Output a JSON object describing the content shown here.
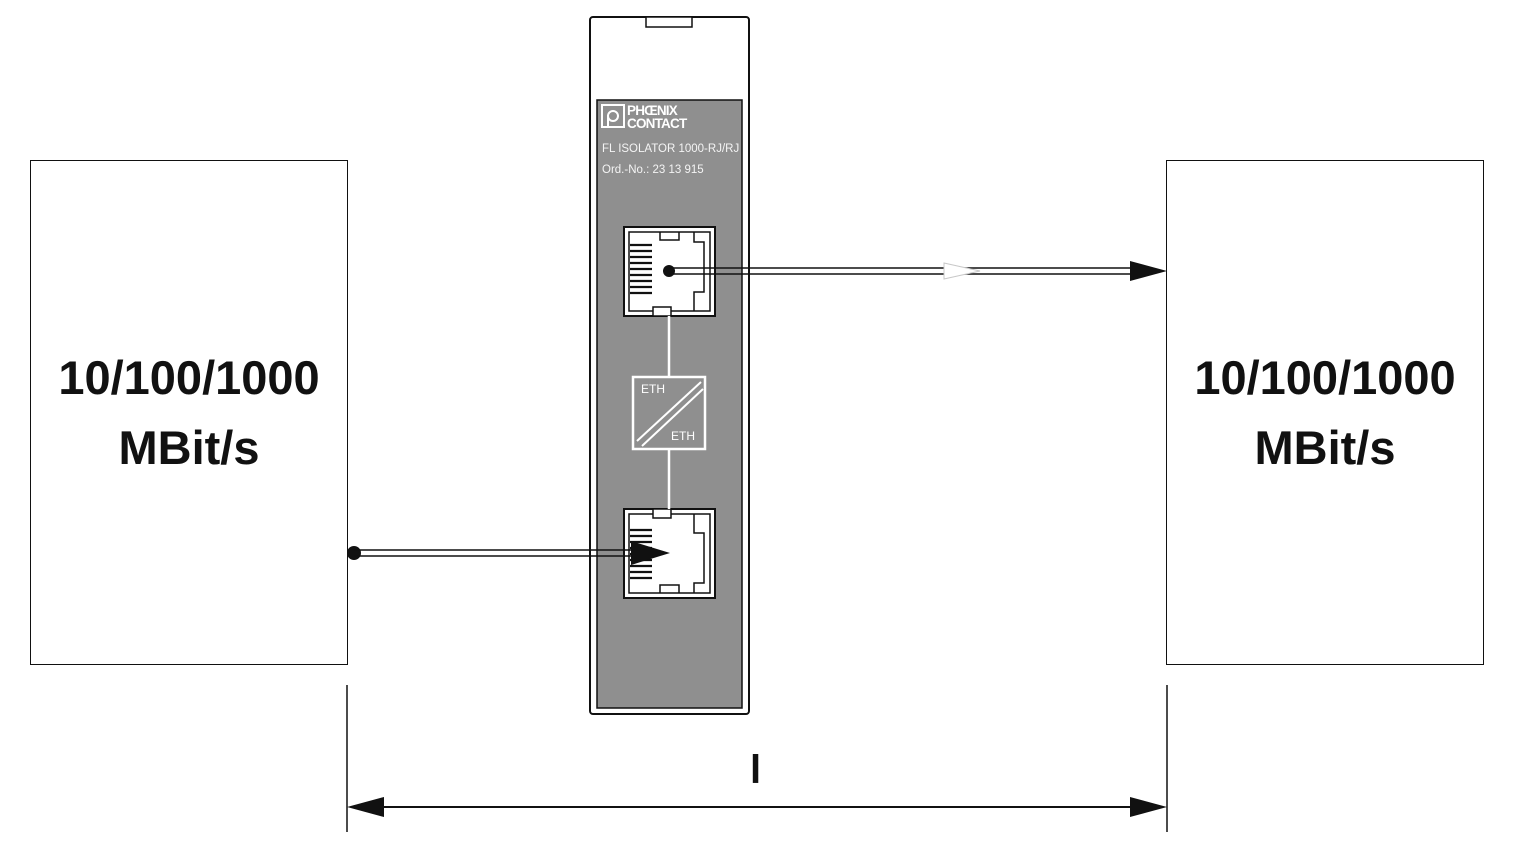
{
  "left_device": {
    "line1": "10/100/1000",
    "line2": "MBit/s"
  },
  "right_device": {
    "line1": "10/100/1000",
    "line2": "MBit/s"
  },
  "isolator": {
    "brand_line1": "PHŒNIX",
    "brand_line2": "CONTACT",
    "model": "FL ISOLATOR 1000-RJ/RJ",
    "order_number": "Ord.-No.: 23 13 915",
    "eth_top": "ETH",
    "eth_bottom": "ETH"
  },
  "dimension_label": "l",
  "colors": {
    "housing": "#8f8f8f",
    "line": "#111111",
    "background": "#ffffff"
  }
}
